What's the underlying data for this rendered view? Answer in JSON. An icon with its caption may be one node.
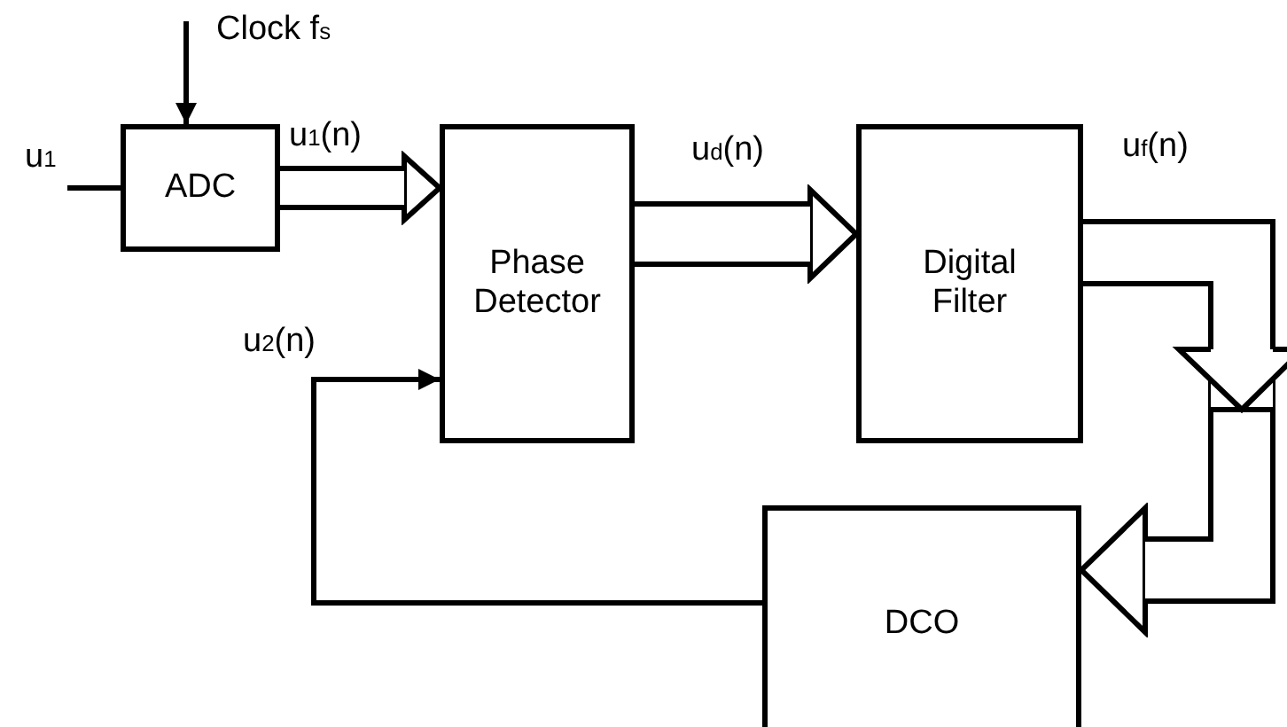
{
  "diagram": {
    "nodes": [
      {
        "text": [
          "ADC"
        ]
      },
      {
        "text": [
          "Phase Detector"
        ]
      },
      {
        "text": [
          "Digital Filter"
        ]
      },
      {
        "text": [
          "DCO"
        ]
      }
    ],
    "edges": [
      {
        "from": null,
        "to": 0,
        "arrow": "to",
        "label": "Clock f$_{s}$"
      },
      {
        "from": null,
        "to": 0,
        "arrow": "none",
        "label": "u$_{1}$"
      },
      {
        "from": 0,
        "to": 1,
        "arrow": "to",
        "label": "u$_{1}$(n)",
        "style": "thick"
      },
      {
        "from": 1,
        "to": 2,
        "arrow": "to",
        "label": "u$_{d}$(n)",
        "style": "thick"
      },
      {
        "from": 2,
        "to": 3,
        "arrow": "to",
        "label": "u$_{f}$(n)",
        "style": "thick"
      },
      {
        "from": 3,
        "to": 1,
        "arrow": "to",
        "label": "u$_{2}$(n)"
      }
    ]
  }
}
